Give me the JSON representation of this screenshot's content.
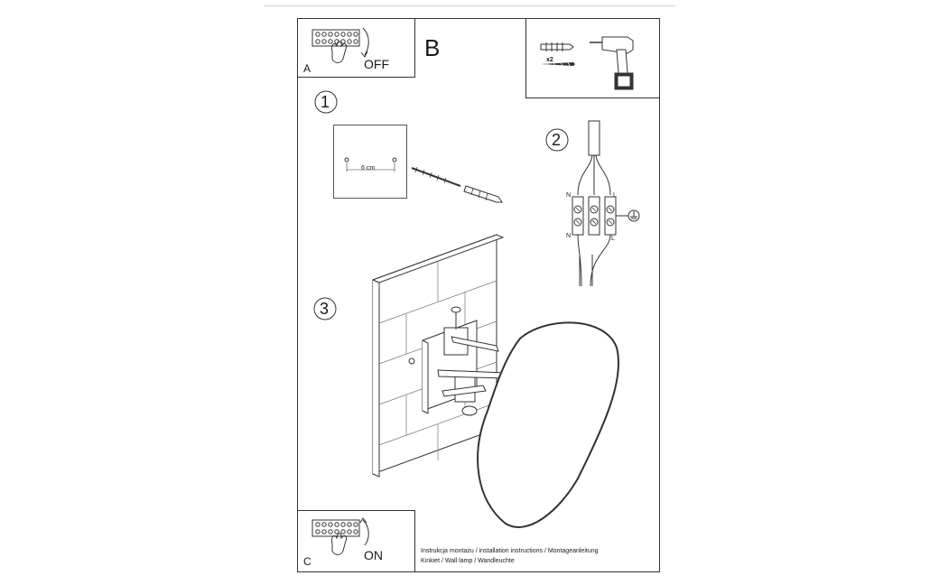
{
  "panel_a": {
    "letter": "A",
    "action": "OFF"
  },
  "panel_b": {
    "letter": "B",
    "count": "x2"
  },
  "panel_c": {
    "letter": "C",
    "action": "ON"
  },
  "steps": {
    "step1": {
      "number": "1",
      "spacing": "6 cm"
    },
    "step2": {
      "number": "2",
      "label_n_top": "N",
      "label_l_top": "L",
      "label_n_bottom": "N",
      "label_l_bottom": "L"
    },
    "step3": {
      "number": "3"
    }
  },
  "footer": {
    "line1": "Instrukcja montażu / installation instructions / Montageanleitung",
    "line2": "Kinkiet / Wall lamp / Wandleuchte"
  }
}
